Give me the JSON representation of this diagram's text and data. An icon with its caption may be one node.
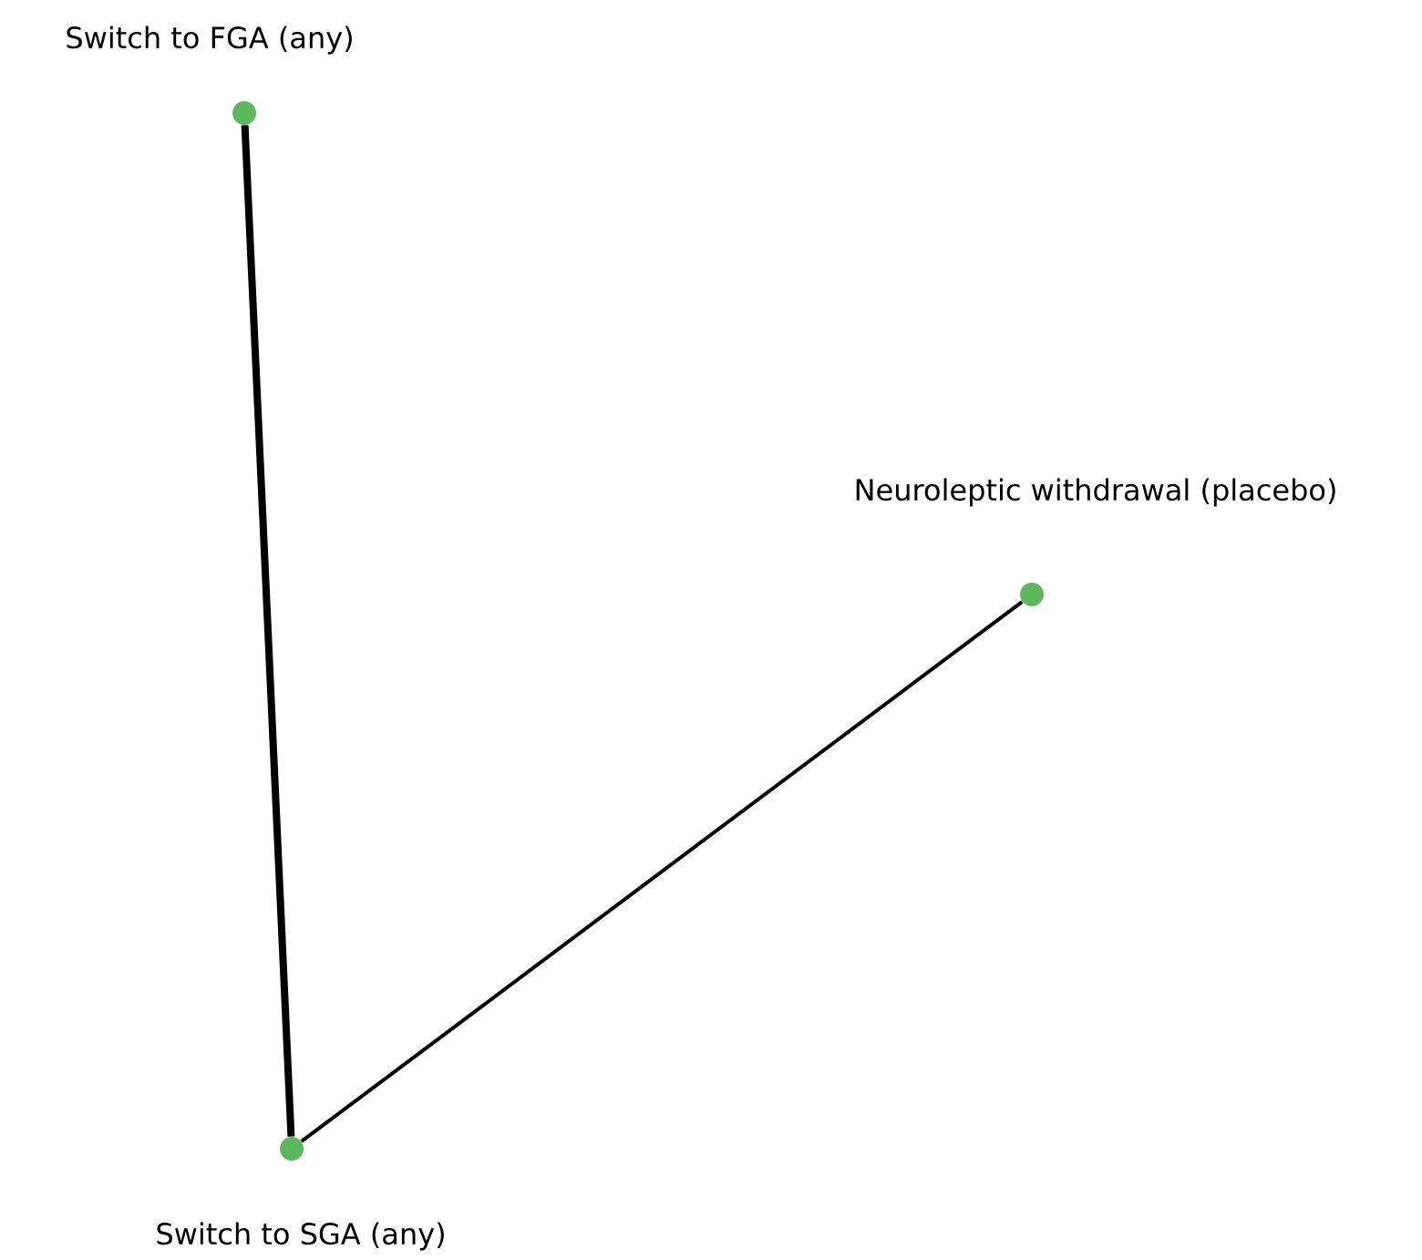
{
  "diagram": {
    "nodes": [
      {
        "text": [
          "Switch to FGA (any)"
        ]
      },
      {
        "text": [
          "Neuroleptic withdrawal (placebo)"
        ]
      },
      {
        "text": [
          "Switch to SGA (any)"
        ]
      }
    ],
    "edges": [
      {
        "from": 0,
        "to": 2,
        "arrow": "none",
        "style": "thick"
      },
      {
        "from": 2,
        "to": 1,
        "arrow": "none"
      }
    ]
  }
}
